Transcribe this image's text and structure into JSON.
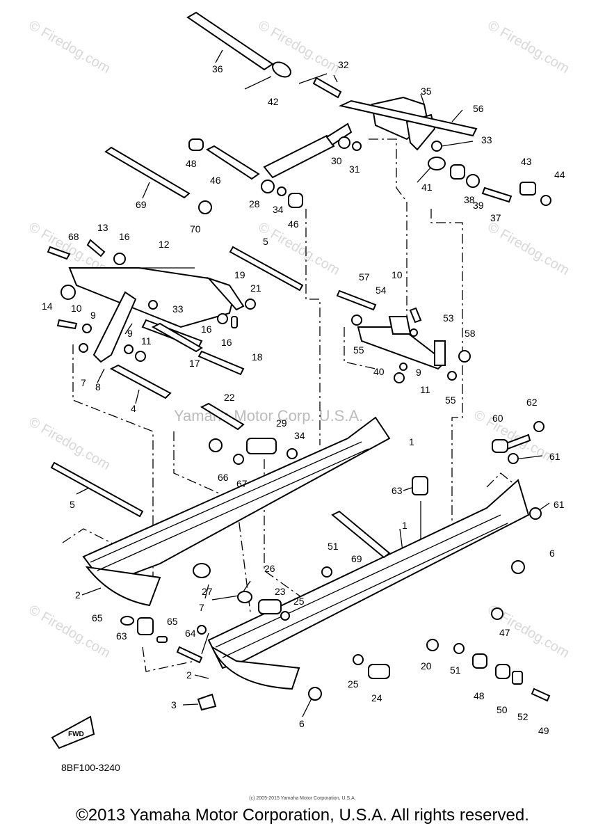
{
  "watermarks": {
    "text_c": "© Firedog.com",
    "text_a": "© Firedog.com"
  },
  "diagram": {
    "code": "8BF100-3240",
    "fwd_tag": "FWD",
    "overlay_text": "Yamaha Motor Corp. U.S.A.",
    "labels": [
      "1",
      "1",
      "2",
      "2",
      "3",
      "4",
      "5",
      "5",
      "6",
      "6",
      "7",
      "7",
      "8",
      "9",
      "9",
      "9",
      "10",
      "10",
      "11",
      "11",
      "12",
      "13",
      "14",
      "16",
      "16",
      "16",
      "17",
      "18",
      "19",
      "20",
      "21",
      "22",
      "23",
      "24",
      "25",
      "25",
      "26",
      "27",
      "28",
      "29",
      "30",
      "31",
      "32",
      "33",
      "33",
      "34",
      "34",
      "35",
      "36",
      "37",
      "38",
      "39",
      "40",
      "41",
      "42",
      "43",
      "44",
      "46",
      "46",
      "47",
      "48",
      "48",
      "49",
      "50",
      "51",
      "51",
      "52",
      "53",
      "54",
      "55",
      "55",
      "56",
      "57",
      "58",
      "60",
      "61",
      "61",
      "62",
      "63",
      "63",
      "64",
      "65",
      "65",
      "66",
      "67",
      "68",
      "69",
      "69",
      "70"
    ]
  },
  "footer": {
    "small": "(c) 2005-2015 Yamaha Motor Corporation, U.S.A.",
    "copyright": "©2013 Yamaha Motor Corporation, U.S.A. All rights reserved."
  }
}
